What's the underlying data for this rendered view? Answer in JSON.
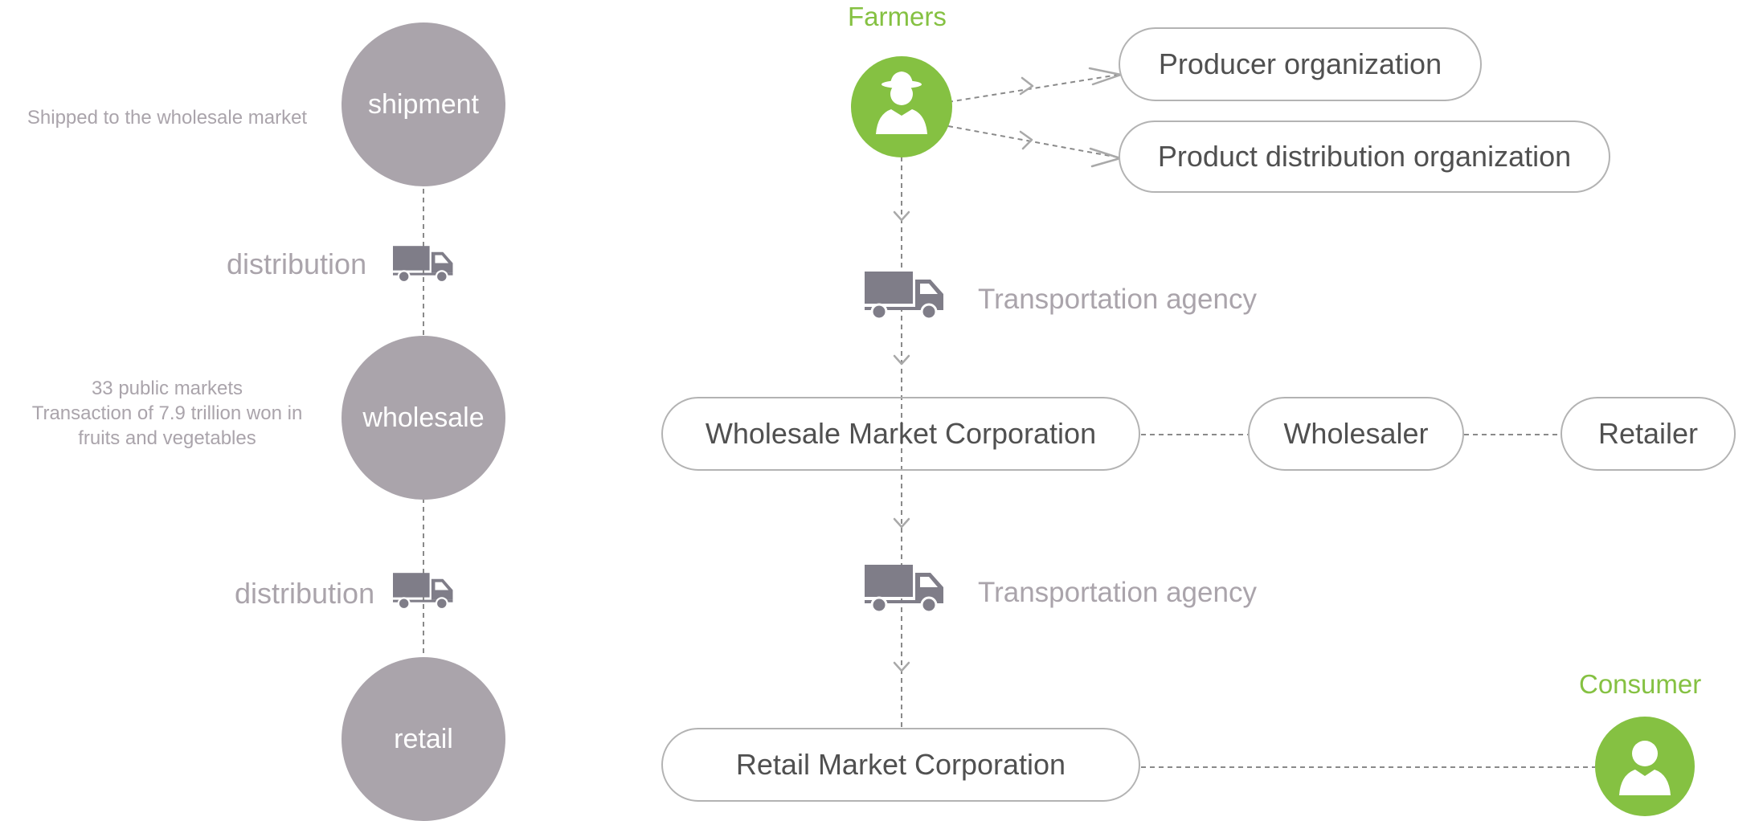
{
  "stages": [
    {
      "label": "shipment",
      "note": [
        "Shipped to the wholesale market"
      ]
    },
    {
      "label": "wholesale",
      "note": [
        "33 public markets",
        "Transaction of 7.9 trillion won in",
        "fruits and vegetables"
      ]
    },
    {
      "label": "retail",
      "note": []
    }
  ],
  "distribution": [
    "distribution",
    "distribution"
  ],
  "flow": {
    "farmers": "Farmers",
    "producer_org": "Producer organization",
    "product_dist_org": "Product distribution organization",
    "transport_1": "Transportation agency",
    "wholesale_market_corp": "Wholesale Market Corporation",
    "wholesaler": "Wholesaler",
    "retailer": "Retailer",
    "transport_2": "Transportation agency",
    "retail_market_corp": "Retail Market Corporation",
    "consumer": "Consumer"
  },
  "colors": {
    "stage": "#aaa4ab",
    "accent": "#85c142",
    "truck": "#7f7d88",
    "connector": "#8a8a8a"
  },
  "icons": {
    "truck": "truck-icon",
    "farmer": "farmer-icon",
    "consumer": "person-icon",
    "arrow": "chevron-arrow-icon"
  }
}
